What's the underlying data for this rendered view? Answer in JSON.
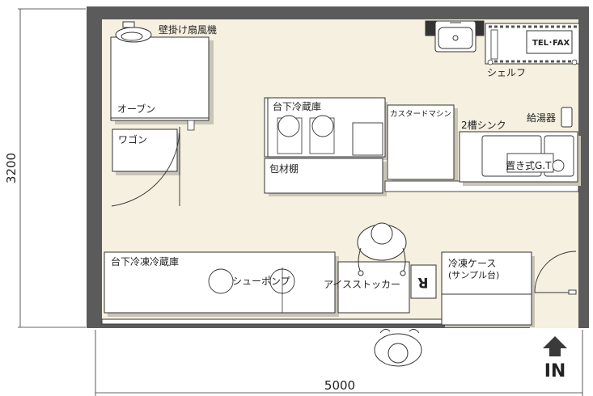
{
  "dimensions": {
    "height": "3200",
    "width": "5000"
  },
  "labels": {
    "wall_fan": "壁掛け扇風機",
    "oven": "オーブン",
    "wagon": "ワゴン",
    "under_fridge": "台下冷蔵庫",
    "custard_machine": "カスタードマシン",
    "two_sink": "2槽シンク",
    "water_heater": "給湯器",
    "shelf": "シェルフ",
    "tel_fax": "TEL･FAX",
    "packing_shelf": "包材棚",
    "grease_trap": "置き式G.T",
    "under_freezer_fridge": "台下冷凍冷蔵庫",
    "choux_pump": "シューポンプ",
    "ice_stocker": "アイスストッカー",
    "freezer_case_1": "冷凍ケース",
    "freezer_case_2": "(サンプル台)",
    "register": "R",
    "entrance": "IN"
  },
  "colors": {
    "wall": "#5b5b5b",
    "floor": "#f5f0df",
    "fixture_fill": "#ffffff",
    "fixture_stroke": "#333333",
    "shadow": "#c8c4b6"
  }
}
